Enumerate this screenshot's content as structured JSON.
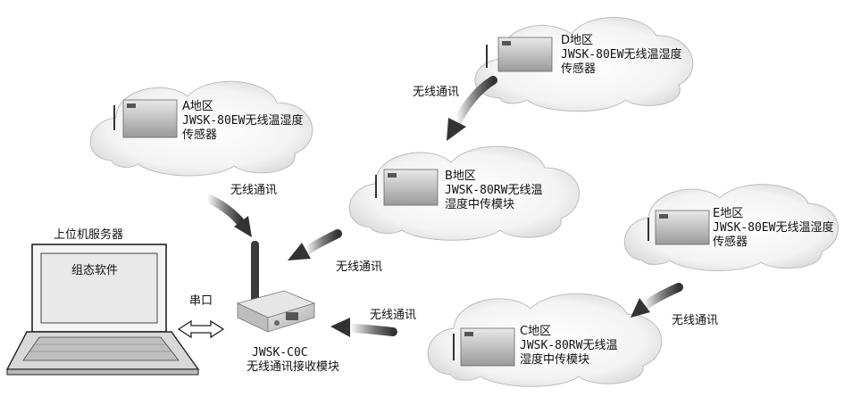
{
  "nodes": {
    "D": {
      "name": "D地区",
      "device": "JWSK-80EW无线温湿度",
      "device2": "传感器"
    },
    "A": {
      "name": "A地区",
      "device": "JWSK-80EW无线温湿度",
      "device2": "传感器"
    },
    "B": {
      "name": "B地区",
      "device": "JWSK-80RW无线温",
      "device2": "湿度中传模块"
    },
    "E": {
      "name": "E地区",
      "device": "JWSK-80EW无线温湿度",
      "device2": "传感器"
    },
    "C": {
      "name": "C地区",
      "device": "JWSK-80RW无线温",
      "device2": "湿度中传模块"
    }
  },
  "links": {
    "d_to_b": "无线通讯",
    "a_to_hub": "无线通讯",
    "b_to_hub": "无线通讯",
    "c_to_hub": "无线通讯",
    "e_to_c": "无线通讯",
    "serial": "串口"
  },
  "server": {
    "title": "上位机服务器",
    "screen_text": "组态软件"
  },
  "receiver": {
    "model": "JWSK-C0C",
    "name": "无线通讯接收模块"
  },
  "colors": {
    "cloud_edge": "#999999",
    "cloud_fill": "#f7f7f7",
    "arrow": "#4a4a4a",
    "device": "#c8c8c8"
  }
}
